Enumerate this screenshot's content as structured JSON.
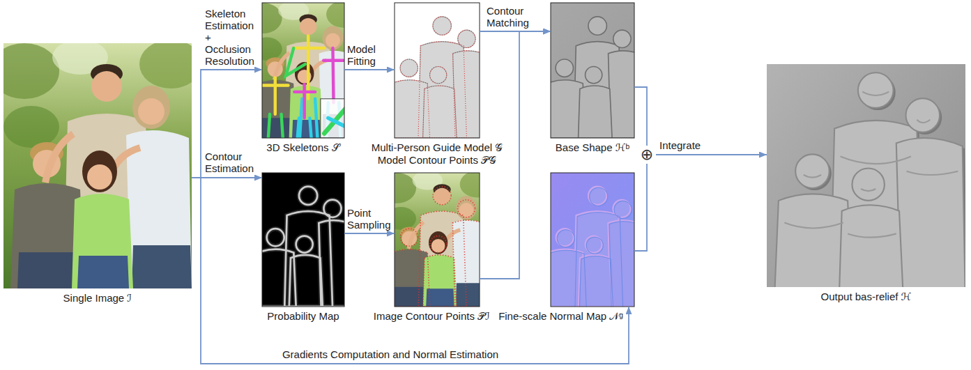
{
  "diagram": {
    "nodes": [
      {
        "text": [
          "Single Image ℐ"
        ]
      },
      {
        "text": [
          "3D Skeletons 𝒮"
        ]
      },
      {
        "text": [
          "Multi-Person Guide Model 𝒢",
          "Model Contour Points 𝒫𝒢"
        ]
      },
      {
        "text": [
          "Base Shape ℋᵇ"
        ]
      },
      {
        "text": [
          "Probability Map"
        ]
      },
      {
        "text": [
          "Image Contour Points 𝒫ℐ"
        ]
      },
      {
        "text": [
          "Fine-scale Normal Map 𝒩ᵍ"
        ]
      },
      {
        "text": [
          "⊕"
        ]
      },
      {
        "text": [
          "Output bas-relief ℋ"
        ]
      }
    ],
    "edges": [
      {
        "from": 0,
        "to": 1,
        "arrow": "to",
        "label": "Skeleton Estimation + Occlusion Resolution"
      },
      {
        "from": 0,
        "to": 4,
        "arrow": "to",
        "label": "Contour Estimation"
      },
      {
        "from": 0,
        "to": 6,
        "arrow": "to",
        "label": "Gradients Computation and Normal Estimation"
      },
      {
        "from": 1,
        "to": 2,
        "arrow": "to",
        "label": "Model Fitting"
      },
      {
        "from": 4,
        "to": 5,
        "arrow": "to",
        "label": "Point Sampling"
      },
      {
        "from": 2,
        "to": 3,
        "arrow": "to",
        "label": "Contour Matching"
      },
      {
        "from": 5,
        "to": 3,
        "arrow": "to"
      },
      {
        "from": 3,
        "to": 7,
        "arrow": "none"
      },
      {
        "from": 6,
        "to": 7,
        "arrow": "none"
      },
      {
        "from": 7,
        "to": 8,
        "arrow": "to",
        "label": "Integrate"
      }
    ]
  }
}
